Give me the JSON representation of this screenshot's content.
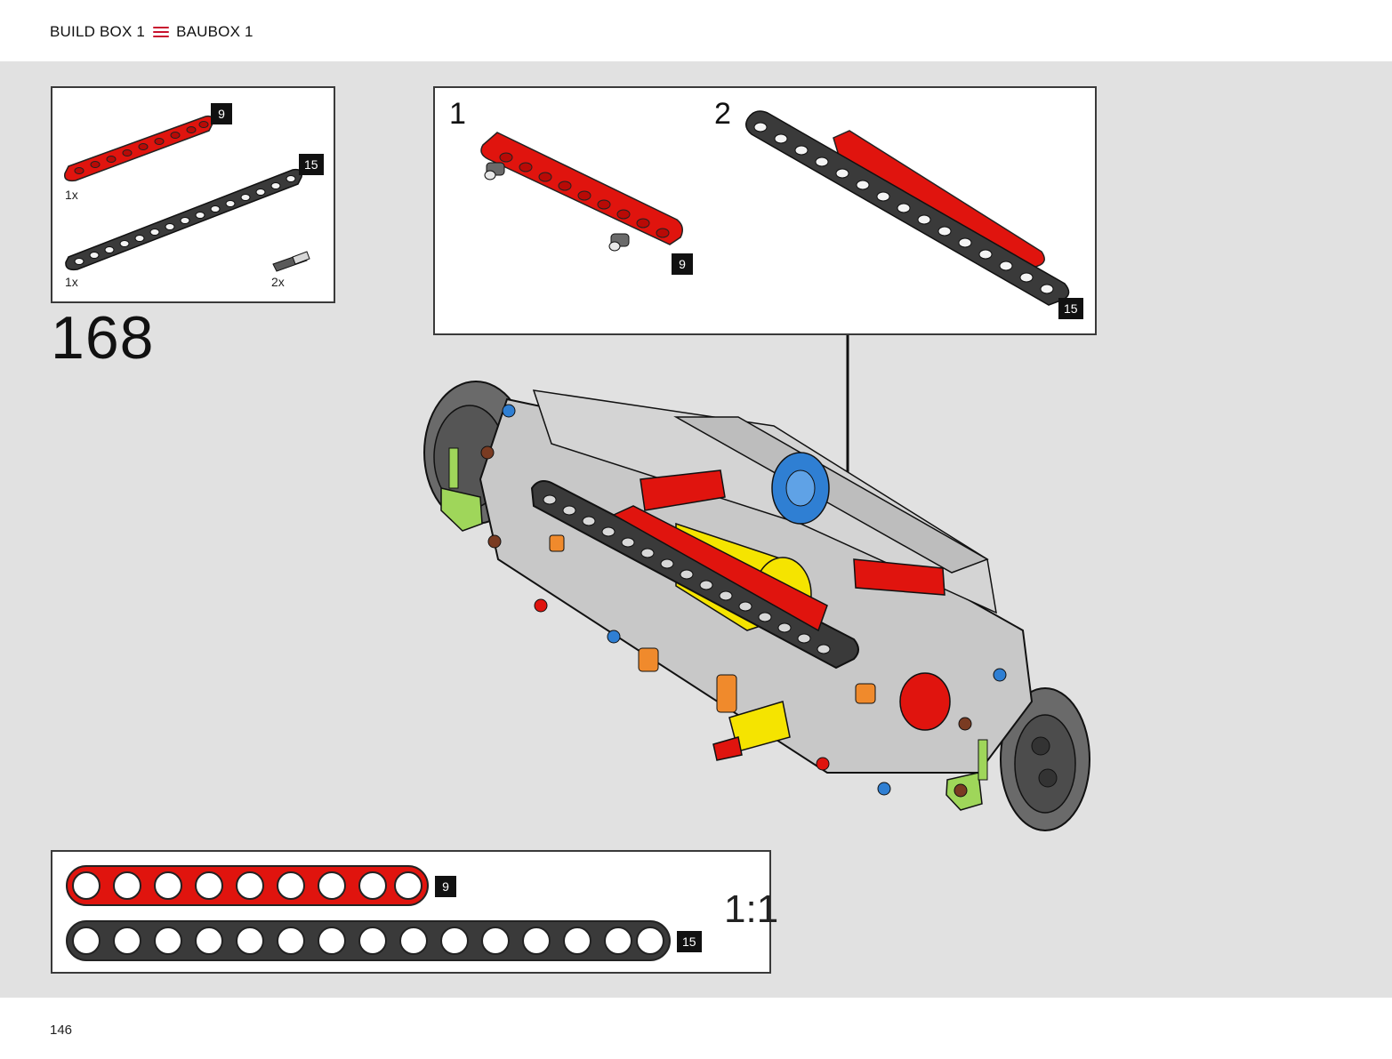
{
  "header": {
    "build_box": "BUILD BOX 1",
    "bau_box": "BAUBOX 1"
  },
  "parts_list": {
    "items": [
      {
        "length": "9",
        "quantity": "1x"
      },
      {
        "length": "15",
        "quantity": "1x"
      },
      {
        "quantity": "2x"
      }
    ]
  },
  "step": {
    "number": "168"
  },
  "sub_steps": [
    {
      "number": "1",
      "beam_length": "9"
    },
    {
      "number": "2",
      "beam_length": "15"
    }
  ],
  "scale_reference": {
    "label": "1:1",
    "beams": [
      {
        "length": "9",
        "holes": 9
      },
      {
        "length": "15",
        "holes": 15
      }
    ]
  },
  "colors": {
    "red_beam": "#e0140e",
    "dark_beam": "#3a3a3a",
    "light_grey": "#c8c8c8",
    "yellow": "#f5e400",
    "green": "#9fd65a",
    "orange": "#f08a2c",
    "blue": "#2f7fd3",
    "accent_menu": "#c8102e"
  },
  "footer": {
    "page_number": "146"
  }
}
